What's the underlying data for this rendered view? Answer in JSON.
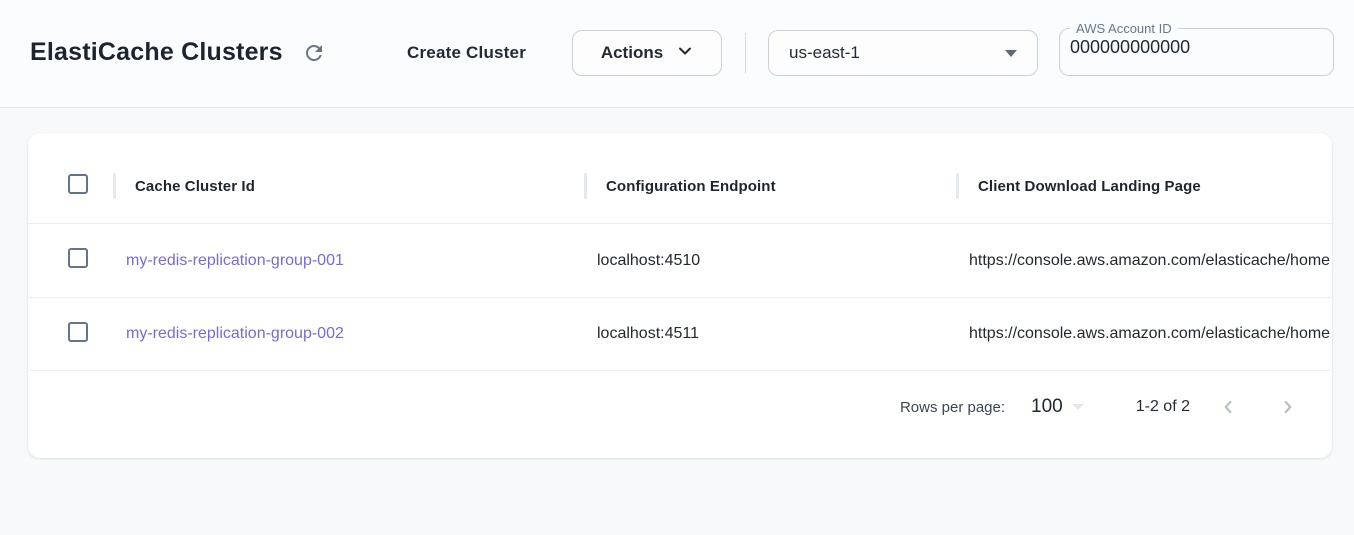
{
  "header": {
    "title": "ElastiCache Clusters",
    "create_button_label": "Create Cluster",
    "actions_button_label": "Actions",
    "region_selected": "us-east-1",
    "account_field": {
      "label": "AWS Account ID",
      "value": "000000000000"
    }
  },
  "table": {
    "columns": [
      "Cache Cluster Id",
      "Configuration Endpoint",
      "Client Download Landing Page"
    ],
    "rows": [
      {
        "id": "my-redis-replication-group-001",
        "endpoint": "localhost:4510",
        "landing_page": "https://console.aws.amazon.com/elasticache/home"
      },
      {
        "id": "my-redis-replication-group-002",
        "endpoint": "localhost:4511",
        "landing_page": "https://console.aws.amazon.com/elasticache/home"
      }
    ],
    "pagination": {
      "rows_per_page_label": "Rows per page:",
      "rows_per_page_value": "100",
      "range_label": "1-2 of 2"
    }
  },
  "colors": {
    "link": "#7769e0",
    "icon_slate": "#64748b",
    "chevron_disabled": "#b8bec8"
  }
}
